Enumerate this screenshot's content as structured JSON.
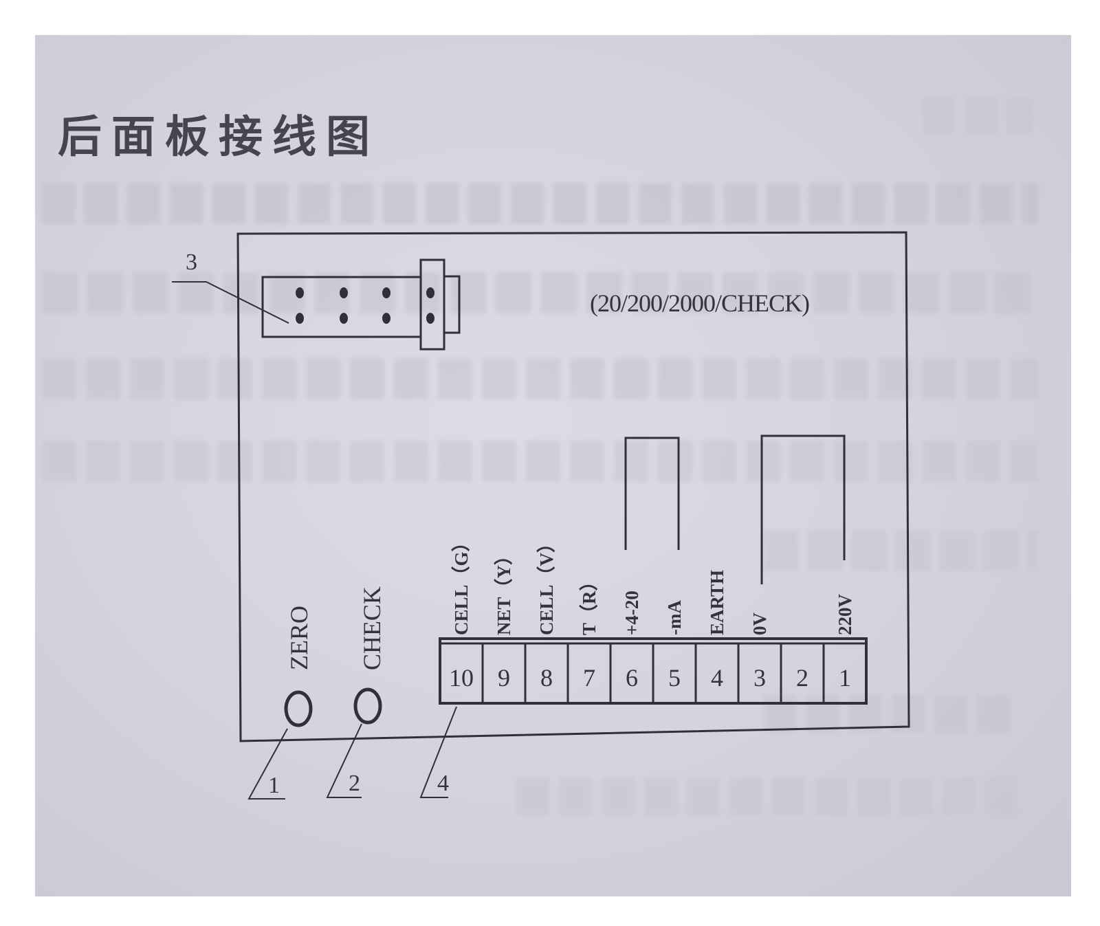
{
  "title": "后面板接线图",
  "range_label": "(20/200/2000/CHECK)",
  "callout_3": "3",
  "knobs": [
    {
      "label": "ZERO",
      "callout": "1"
    },
    {
      "label": "CHECK",
      "callout": "2"
    }
  ],
  "terminal_callout": "4",
  "terminals": [
    {
      "number": "10",
      "label": "CELL（G）"
    },
    {
      "number": "9",
      "label": "NET（Y）"
    },
    {
      "number": "8",
      "label": "CELL（V）"
    },
    {
      "number": "7",
      "label": "T（R）"
    },
    {
      "number": "6",
      "label": "+4-20"
    },
    {
      "number": "5",
      "label": "-mA"
    },
    {
      "number": "4",
      "label": "EARTH"
    },
    {
      "number": "3",
      "label": "0V"
    },
    {
      "number": "2",
      "label": ""
    },
    {
      "number": "1",
      "label": "220V"
    }
  ],
  "colors": {
    "ink": "#30303c",
    "paper": "#d6d6e0"
  }
}
